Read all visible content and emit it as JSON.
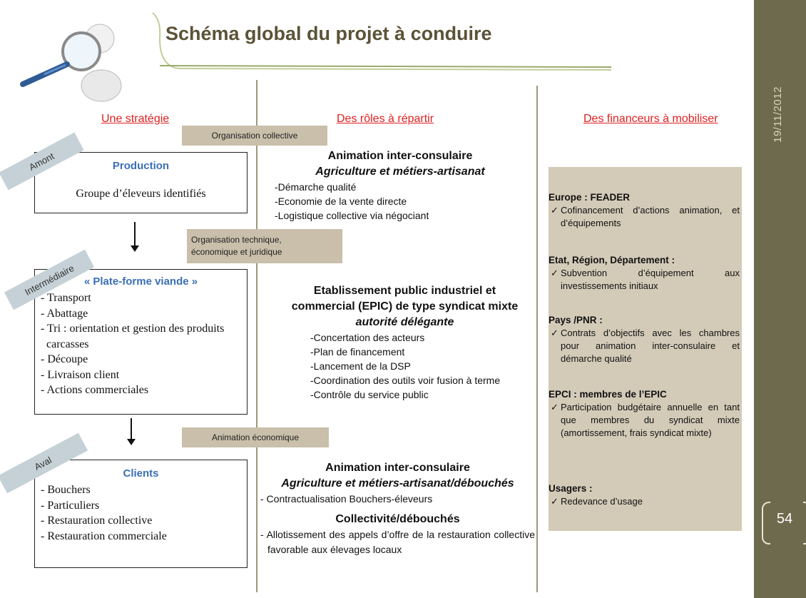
{
  "title": "Schéma global du projet à conduire",
  "sidebar": {
    "date": "19/11/2012",
    "page_number": "54"
  },
  "columns": {
    "strategy": "Une stratégie",
    "roles": "Des rôles à répartir",
    "funders": "Des financeurs à mobiliser"
  },
  "tags": {
    "t1": "Organisation collective",
    "t2_line1": "Organisation technique,",
    "t2_line2": "économique et juridique",
    "t3": "Animation économique"
  },
  "stages": {
    "upstream": "Amont",
    "middle": "Intermédiaire",
    "downstream": "Aval"
  },
  "boxes": {
    "production": {
      "title": "Production",
      "body": "Groupe d’éleveurs identifiés"
    },
    "platform": {
      "title": "« Plate-forme viande »",
      "items": [
        "- Transport",
        "- Abattage",
        "- Tri : orientation et gestion des produits carcasses",
        "- Découpe",
        "- Livraison client",
        "- Actions commerciales"
      ]
    },
    "clients": {
      "title": "Clients",
      "items": [
        "- Bouchers",
        "- Particuliers",
        "- Restauration collective",
        "- Restauration commerciale"
      ]
    }
  },
  "roles": {
    "a": {
      "heading": "Animation inter-consulaire",
      "subheading": "Agriculture et métiers-artisanat",
      "items": [
        "-Démarche qualité",
        "-Economie de la vente directe",
        "-Logistique collective via négociant"
      ]
    },
    "b": {
      "heading_line1": "Etablissement public industriel et",
      "heading_line2": "commercial (EPIC) de type syndicat mixte",
      "subheading": "autorité délégante",
      "items": [
        "-Concertation des acteurs",
        "-Plan de financement",
        "-Lancement de la DSP",
        "-Coordination des outils voir fusion à terme",
        "-Contrôle du service public"
      ]
    },
    "c": {
      "heading": "Animation inter-consulaire",
      "subheading": "Agriculture et métiers-artisanat/débouchés",
      "item": "- Contractualisation Bouchers-éleveurs",
      "heading2": "Collectivité/débouchés",
      "item2": "- Allotissement des appels d’offre de la restauration collective favorable aux élevages locaux"
    }
  },
  "funders": {
    "check": "✓",
    "europe": {
      "heading": "Europe : FEADER",
      "item": "Cofinancement d’actions animation, et d’équipements"
    },
    "state": {
      "heading": "Etat, Région, Département :",
      "item": "Subvention d’équipement aux investissements initiaux"
    },
    "pays": {
      "heading": "Pays /PNR :",
      "item": "Contrats d’objectifs avec les chambres pour animation inter-consulaire et démarche qualité"
    },
    "epci": {
      "heading": "EPCI : membres de l’EPIC",
      "item": "Participation budgétaire annuelle en tant que membres du syndicat mixte (amortissement, frais syndicat mixte)"
    },
    "users": {
      "heading": "Usagers :",
      "item": "Redevance d’usage"
    }
  }
}
